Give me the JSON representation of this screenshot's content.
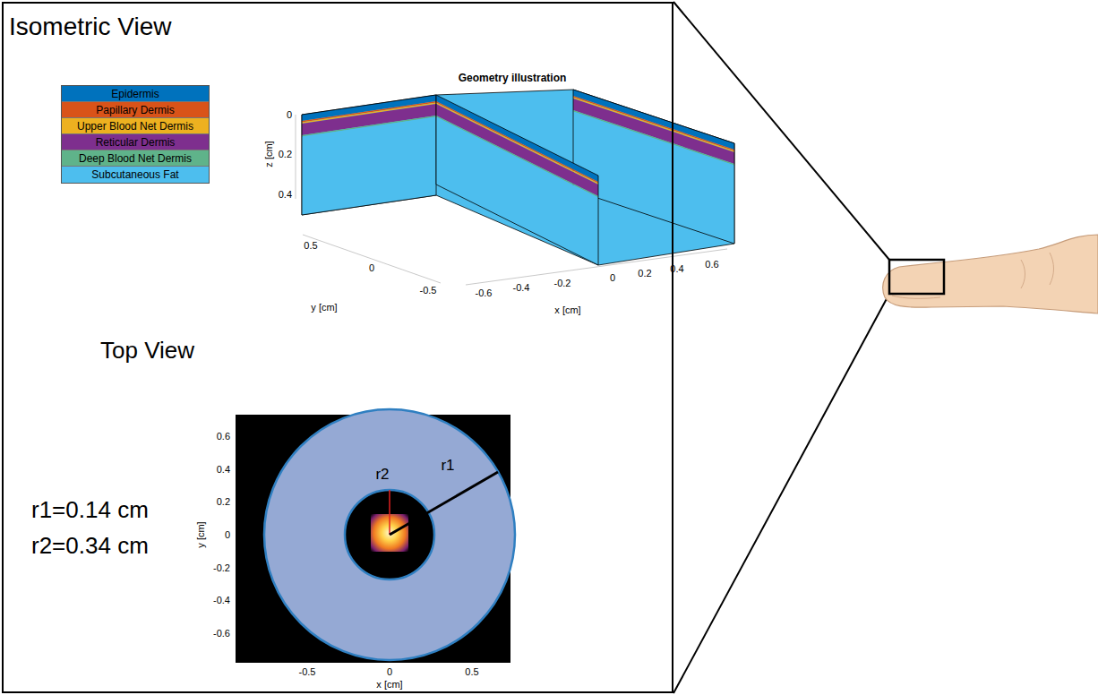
{
  "diagram": {
    "nodes": [
      {
        "text": [
          "Isometric View",
          "Top View"
        ]
      }
    ],
    "labels": [
      "Geometry illustration",
      "0",
      "0.2",
      "0.4",
      "z [cm]",
      "0.5",
      "0",
      "-0.5",
      "y [cm]",
      "-0.6",
      "-0.4",
      "-0.2",
      "0",
      "0.2",
      "0.4",
      "0.6",
      "x [cm]",
      "0.6",
      "0.4",
      "0.2",
      "0",
      "-0.2",
      "-0.4",
      "-0.6",
      "y [cm]",
      "-0.5",
      "0",
      "0.5",
      "x [cm]",
      "r2",
      "r1",
      "r1=0.14 cm",
      "r2=0.34 cm"
    ],
    "legend": [
      {
        "text": "Epidermis",
        "color": "#0072bd"
      },
      {
        "text": "Papillary Dermis",
        "color": "#d95319"
      },
      {
        "text": "Upper Blood Net Dermis",
        "color": "#edb120"
      },
      {
        "text": "Reticular Dermis",
        "color": "#7e2f8e"
      },
      {
        "text": "Deep Blood Net Dermis",
        "color": "#5fb38a"
      },
      {
        "text": "Subcutaneous Fat",
        "color": "#4dbeee"
      }
    ]
  }
}
